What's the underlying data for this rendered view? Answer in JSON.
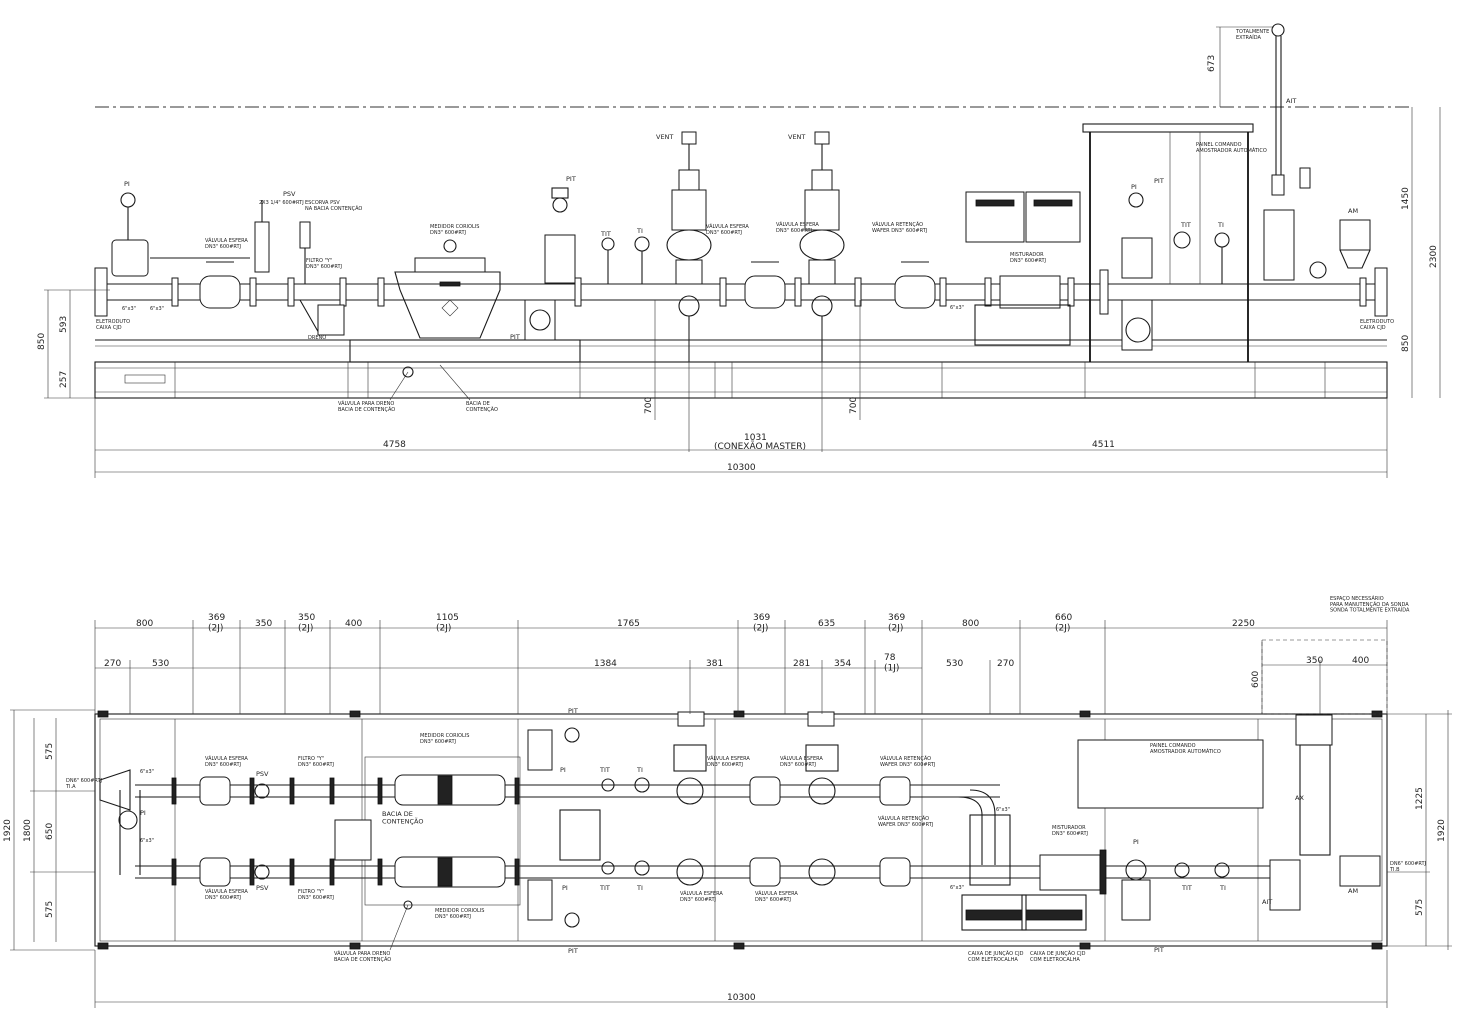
{
  "elevation_view": {
    "tags": {
      "pi_left": "PI",
      "psv": "PSV",
      "psv_spec": "2X3 1/4\" 600#RTJ",
      "escorva_psv": "ESCORVA PSV\nNA BACIA CONTENÇÃO",
      "pit_left": "PIT",
      "tit_left": "TIT",
      "ti_left": "TI",
      "vent_1": "VENT",
      "vent_2": "VENT",
      "medidor": "MEDIDOR CORIOLIS\nDN3\" 600#RTJ",
      "valvula_esfera_1": "VÁLVULA ESFERA\nDN3\" 600#RTJ",
      "filtro_y": "FILTRO \"Y\"\nDN3\" 600#RTJ",
      "valvula_esfera_2": "VÁLVULA ESFERA\nDN3\" 600#RTJ",
      "valvula_esfera_3": "VÁLVULA ESFERA\nDN3\" 600#RTJ",
      "valvula_retencao": "VÁLVULA RETENÇÃO\nWAFER DN3\" 600#RTJ",
      "misturador": "MISTURADOR\nDN3\" 600#RTJ",
      "pi_right": "PI",
      "pit_right": "PIT",
      "tit_right": "TIT",
      "ti_right": "TI",
      "am": "AM",
      "ait": "AIT",
      "totalmente_extraida": "TOTALMENTE\nEXTRAÍDA",
      "painel": "PAINEL COMANDO\nAMOSTRADOR AUTOMÁTICO",
      "eletroduto_left": "ELETRODUTO\nCAIXA CJD",
      "eletroduto_right": "ELETRODUTO\nCAIXA CJD",
      "red_1": "6\"x3\"",
      "red_2": "6\"x3\"",
      "red_3": "6\"x3\"",
      "dreno": "DRENO",
      "pit_low": "PIT",
      "valvula_dreno": "VÁLVULA PARA DRENO\nBACIA DE CONTENÇÃO",
      "bacia": "BACIA DE\nCONTENÇÃO"
    },
    "dimensions": {
      "d673": "673",
      "d1450": "1450",
      "d2300": "2300",
      "d850_left": "850",
      "d593": "593",
      "d257": "257",
      "d850_right": "850",
      "d700_a": "700",
      "d700_b": "700",
      "d4758": "4758",
      "d1031": "1031",
      "conexao_master": "(CONEXÃO MASTER)",
      "d4511": "4511",
      "d10300": "10300"
    }
  },
  "plan_view": {
    "top_dims_row1": [
      "800",
      "369\n(2J)",
      "350",
      "350\n(2J)",
      "400",
      "1105\n(2J)",
      "1765",
      "369\n(2J)",
      "635",
      "369\n(2J)",
      "800",
      "660\n(2J)",
      "2250"
    ],
    "top_dims_row2": [
      "270",
      "530",
      "1384",
      "381",
      "281",
      "354",
      "78\n(1J)",
      "530",
      "270"
    ],
    "espaco": "ESPAÇO NECESSÁRIO\nPARA MANUTENÇÃO DA SONDA\nSONDA TOTALMENTE EXTRAÍDA",
    "d350": "350",
    "d400": "400",
    "d600": "600",
    "left_dims": {
      "d1920": "1920",
      "d1800": "1800",
      "d575_top": "575",
      "d650": "650",
      "d575_bot": "575"
    },
    "right_dims": {
      "d1225": "1225",
      "d575": "575",
      "d1920": "1920"
    },
    "bottom_dim": "10300",
    "tags": {
      "inlet": "DN6\" 600#RTJ\nTI.A",
      "red_in": "6\"x3\"",
      "red_in2": "6\"x3\"",
      "pi": "PI",
      "val_esf_top": "VÁLVULA ESFERA\nDN3\" 600#RTJ",
      "psv_top": "PSV",
      "filtro_top": "FILTRO \"Y\"\nDN3\" 600#RTJ",
      "medidor_top": "MEDIDOR CORIOLIS\nDN3\" 600#RTJ",
      "bacia": "BACIA DE\nCONTENÇÃO",
      "val_esf_bot": "VÁLVULA ESFERA\nDN3\" 600#RTJ",
      "psv_bot": "PSV",
      "filtro_bot": "FILTRO \"Y\"\nDN3\" 600#RTJ",
      "medidor_bot": "MEDIDOR CORIOLIS\nDN3\" 600#RTJ",
      "valvula_dreno": "VÁLVULA PARA DRENO\nBACIA DE CONTENÇÃO",
      "pit_top": "PIT",
      "pi_mid": "PI",
      "tit": "TIT",
      "ti_top": "TI",
      "pit_bot": "PIT",
      "pi_bot": "PI",
      "tit_bot": "TIT",
      "ti_bot": "TI",
      "ve_mid1": "VÁLVULA ESFERA\nDN3\" 600#RTJ",
      "ve_mid2": "VÁLVULA ESFERA\nDN3\" 600#RTJ",
      "ve_mid3": "VÁLVULA ESFERA\nDN3\" 600#RTJ",
      "ve_mid4": "VÁLVULA ESFERA\nDN3\" 600#RTJ",
      "ret_top": "VÁLVULA RETENÇÃO\nWAFER DN3\" 600#RTJ",
      "ret_mid": "VÁLVULA RETENÇÃO\nWAFER DN3\" 600#RTJ",
      "red_out": "6\"x3\"",
      "red_out2": "6\"x3\"",
      "misturador": "MISTURADOR\nDN3\" 600#RTJ",
      "painel": "PAINEL COMANDO\nAMOSTRADOR AUTOMÁTICO",
      "caixa1": "CAIXA DE JUNÇÃO CJD\nCOM ELETROCALHA",
      "caixa2": "CAIXA DE JUNÇÃO CJD\nCOM ELETROCALHA",
      "pi_r": "PI",
      "pit_r": "PIT",
      "tit_r": "TIT",
      "ti_r": "TI",
      "ait": "AIT",
      "ax": "AX",
      "am": "AM",
      "outlet": "DN6\" 600#RTJ\nTI.B"
    }
  }
}
